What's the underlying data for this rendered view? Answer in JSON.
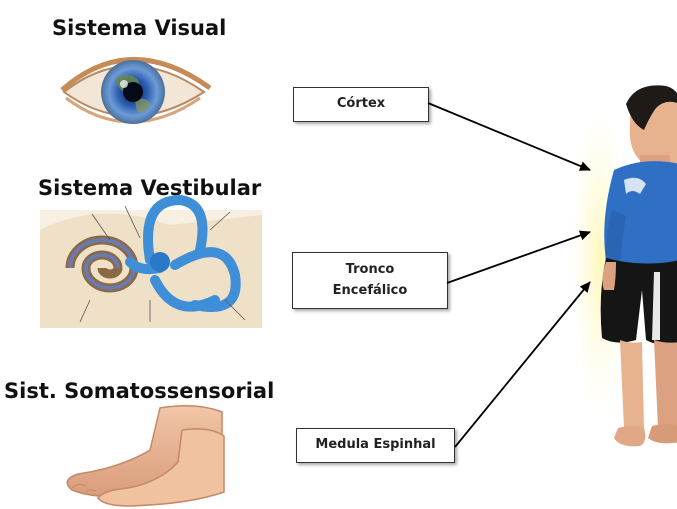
{
  "systems": [
    {
      "title": "Sistema Visual",
      "icon": "eye-illustration"
    },
    {
      "title": "Sistema Vestibular",
      "icon": "inner-ear-illustration"
    },
    {
      "title": "Sist. Somatossensorial",
      "icon": "feet-illustration"
    }
  ],
  "boxes": [
    {
      "label": "Córtex"
    },
    {
      "label_line1": "Tronco",
      "label_line2": "Encefálico"
    },
    {
      "label": "Medula Espinhal"
    }
  ],
  "figure": {
    "icon": "standing-person-illustration"
  },
  "colors": {
    "shirt": "#2f6fc4",
    "shorts": "#151515",
    "skin": "#e7b28e",
    "ear": "#3f8fd8",
    "arrow": "#000000"
  }
}
